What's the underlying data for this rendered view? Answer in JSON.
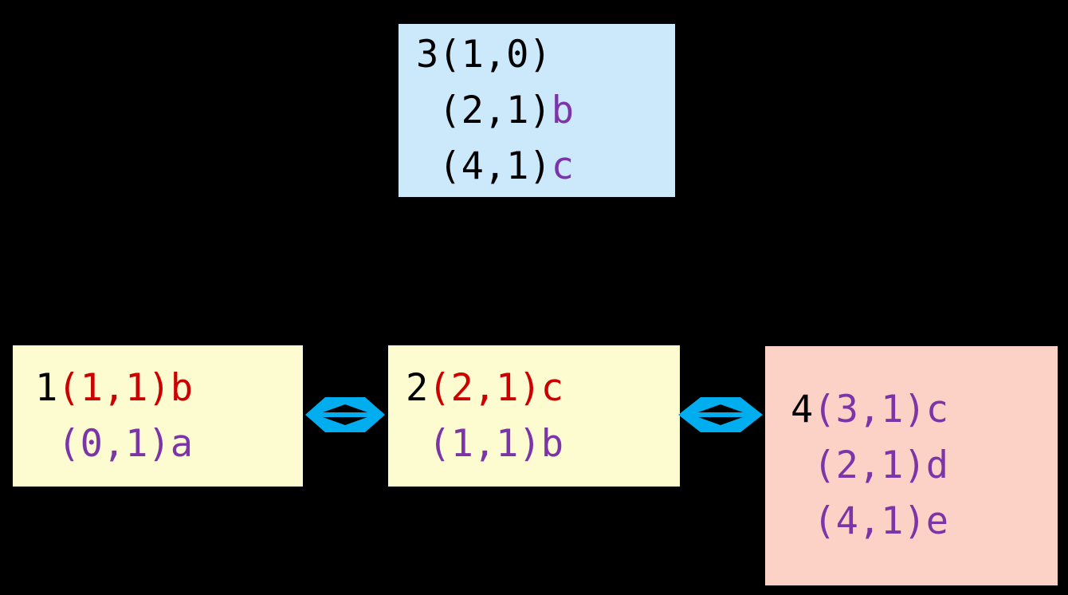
{
  "diagram": {
    "type": "graph-nodes-with-bidirectional-links",
    "background_color": "#000000",
    "palette": {
      "node_blue": "#CCE8FB",
      "node_yellow": "#FDFBD0",
      "node_pink": "#FDD2C6",
      "text_black": "#000000",
      "text_red": "#CC0000",
      "text_purple": "#7B35A8",
      "edge_cyan": "#00AEEF"
    },
    "nodes": [
      {
        "id": "3",
        "fill": "#CCE8FB",
        "lines": [
          {
            "index": "3",
            "pair": "(1,0)",
            "label": "",
            "pair_color": "#000000",
            "label_color": "#000000"
          },
          {
            "index": " ",
            "pair": "(2,1)",
            "label": "b",
            "pair_color": "#000000",
            "label_color": "#7B35A8"
          },
          {
            "index": " ",
            "pair": "(4,1)",
            "label": "c",
            "pair_color": "#000000",
            "label_color": "#7B35A8"
          }
        ]
      },
      {
        "id": "1",
        "fill": "#FDFBD0",
        "lines": [
          {
            "index": "1",
            "pair": "(1,1)",
            "label": "b",
            "pair_color": "#CC0000",
            "label_color": "#CC0000"
          },
          {
            "index": " ",
            "pair": "(0,1)",
            "label": "a",
            "pair_color": "#7B35A8",
            "label_color": "#7B35A8"
          }
        ]
      },
      {
        "id": "2",
        "fill": "#FDFBD0",
        "lines": [
          {
            "index": "2",
            "pair": "(2,1)",
            "label": "c",
            "pair_color": "#CC0000",
            "label_color": "#CC0000"
          },
          {
            "index": " ",
            "pair": "(1,1)",
            "label": "b",
            "pair_color": "#7B35A8",
            "label_color": "#7B35A8"
          }
        ]
      },
      {
        "id": "4",
        "fill": "#FDD2C6",
        "lines": [
          {
            "index": "4",
            "pair": "(3,1)",
            "label": "c",
            "pair_color": "#7B35A8",
            "label_color": "#7B35A8"
          },
          {
            "index": " ",
            "pair": "(2,1)",
            "label": "d",
            "pair_color": "#7B35A8",
            "label_color": "#7B35A8"
          },
          {
            "index": " ",
            "pair": "(4,1)",
            "label": "e",
            "pair_color": "#7B35A8",
            "label_color": "#7B35A8"
          }
        ]
      }
    ],
    "edges": [
      {
        "id": "edge-1-2",
        "from": "1",
        "to": "2",
        "glyph": "bidirectional-arrow-diamond",
        "color": "#00AEEF"
      },
      {
        "id": "edge-2-4",
        "from": "2",
        "to": "4",
        "glyph": "bidirectional-arrow-diamond",
        "color": "#00AEEF"
      }
    ]
  }
}
